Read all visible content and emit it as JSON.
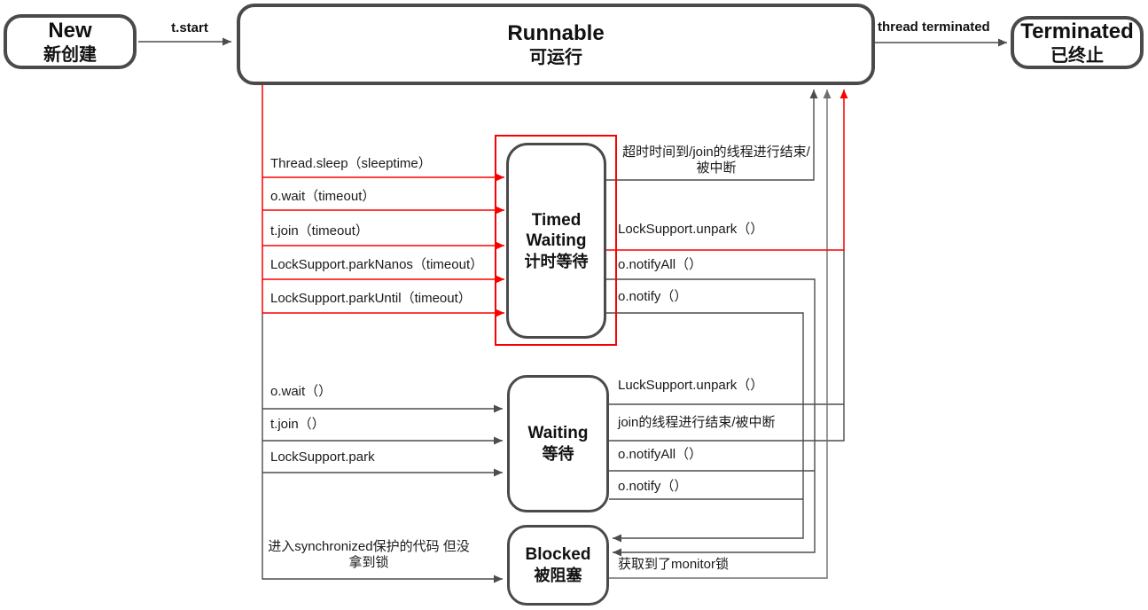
{
  "diagram_title": "Java thread state transition diagram",
  "states": {
    "new": {
      "en": "New",
      "zh": "新创建"
    },
    "runnable": {
      "en": "Runnable",
      "zh": "可运行"
    },
    "terminated": {
      "en": "Terminated",
      "zh": "已终止"
    },
    "timed_waiting": {
      "en1": "Timed",
      "en2": "Waiting",
      "zh": "计时等待"
    },
    "waiting": {
      "en": "Waiting",
      "zh": "等待"
    },
    "blocked": {
      "en": "Blocked",
      "zh": "被阻塞"
    }
  },
  "transitions": {
    "t_start": "t.start",
    "thread_terminated": "thread terminated",
    "thread_sleep": "Thread.sleep（sleeptime）",
    "o_wait_timeout": "o.wait（timeout）",
    "t_join_timeout": "t.join（timeout）",
    "park_nanos": "LockSupport.parkNanos（timeout）",
    "park_until": "LockSupport.parkUntil（timeout）",
    "timeout_or_join_end": "超时时间到/join的线程进行结束/被中断",
    "locksupport_unpark": "LockSupport.unpark（）",
    "o_notify_all_timed": "o.notifyAll（）",
    "o_notify_timed": "o.notify（）",
    "o_wait": "o.wait（）",
    "t_join": "t.join（）",
    "locksupport_park": "LockSupport.park",
    "lucksupport_unpark": "LuckSupport.unpark（）",
    "join_thread_end": "join的线程进行结束/被中断",
    "o_notify_all_waiting": "o.notifyAll（）",
    "o_notify_waiting": "o.notify（）",
    "enter_synchronized": "进入synchronized保护的代码 但没拿到锁",
    "got_monitor_lock": "获取到了monitor锁"
  },
  "colors": {
    "highlight_red": "#fa0000",
    "line_gray": "#4d4d4d",
    "line_light_gray": "#6e6e6e",
    "box_border": "#4a4a4a"
  }
}
